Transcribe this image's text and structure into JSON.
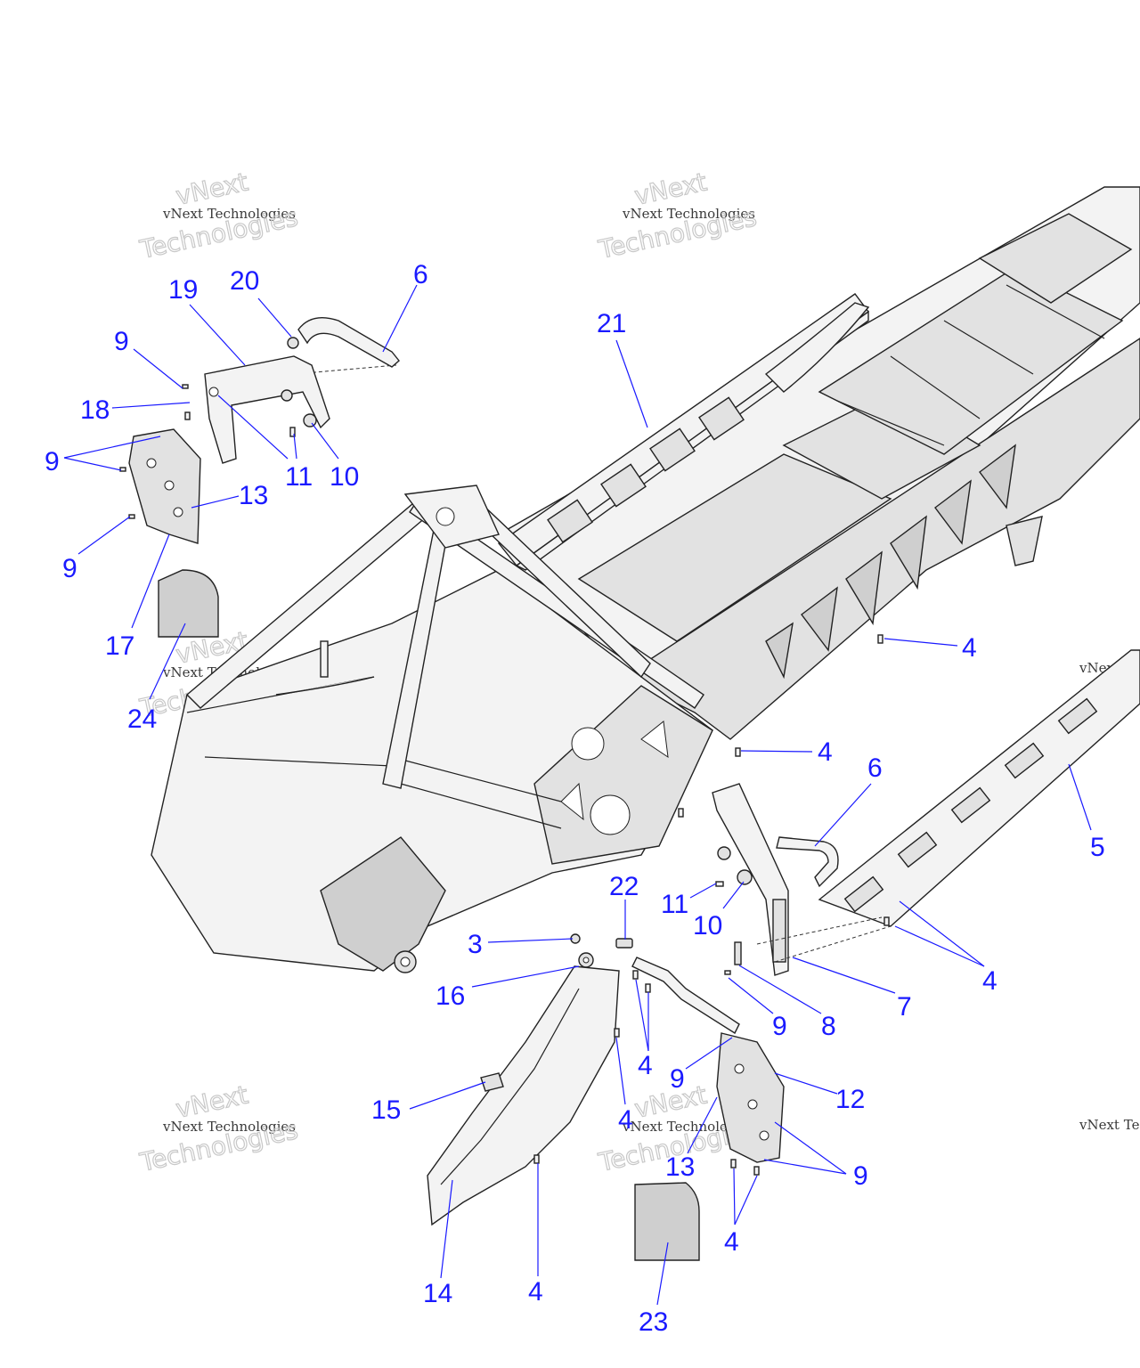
{
  "watermark": {
    "line1": "vNext Technologies",
    "line2": "Technologies",
    "line3": "vNext"
  },
  "callouts": {
    "c3": "3",
    "c4": "4",
    "c5": "5",
    "c6": "6",
    "c7": "7",
    "c8": "8",
    "c9": "9",
    "c10": "10",
    "c11": "11",
    "c12": "12",
    "c13": "13",
    "c14": "14",
    "c15": "15",
    "c16": "16",
    "c17": "17",
    "c18": "18",
    "c19": "19",
    "c20": "20",
    "c21": "21",
    "c22": "22",
    "c23": "23",
    "c24": "24"
  },
  "colors": {
    "callout": "#1a1aff",
    "outline": "#222222",
    "fill_light": "#f3f3f3",
    "fill_dark": "#cfcfcf"
  }
}
